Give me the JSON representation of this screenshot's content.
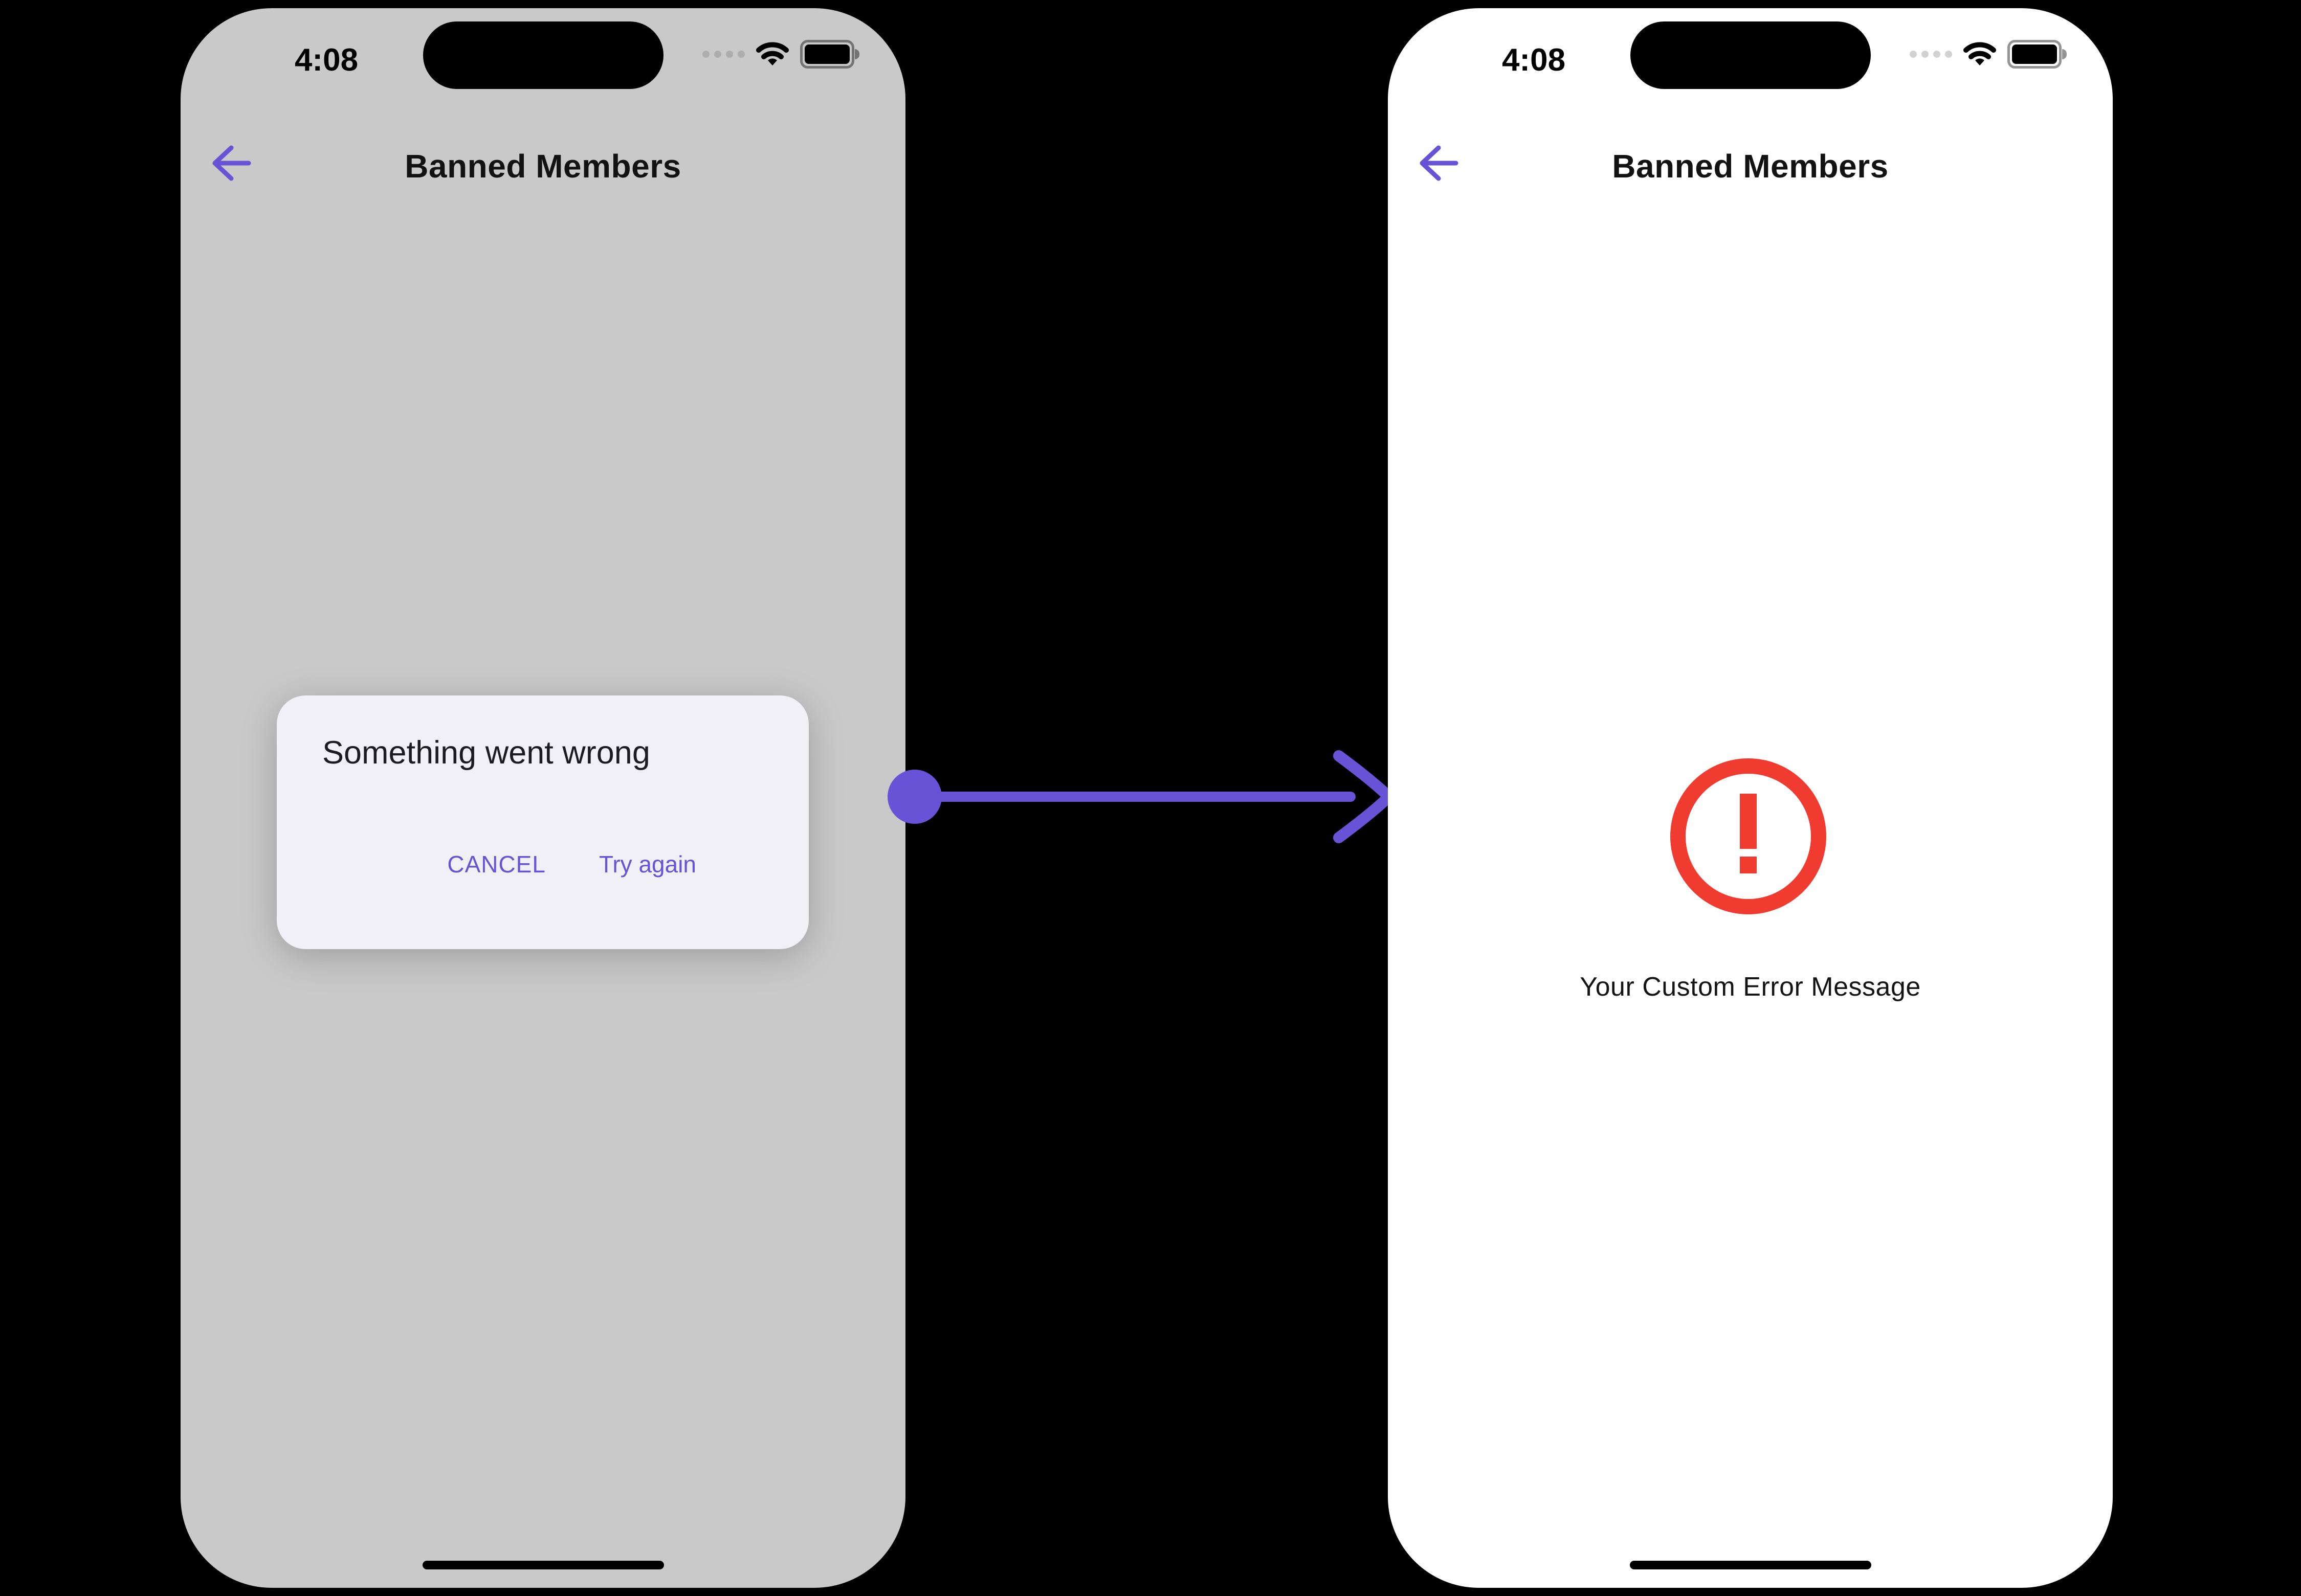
{
  "colors": {
    "canvas_bg": "#000000",
    "primary_purple": "#6852D6",
    "error_red": "#F03B30",
    "dialog_bg": "#F2F0F7",
    "dimmed_screen_bg": "#C9C9C9",
    "screen_bg": "#FFFFFF",
    "text_dark": "#141414"
  },
  "icons": {
    "back": "arrow-left-icon",
    "cellular": "cellular-dots-icon",
    "wifi": "wifi-icon",
    "battery": "battery-icon",
    "error": "alert-circle-icon",
    "connector": "arrow-right-connector",
    "dynamic_island": "dynamic-island",
    "home": "home-indicator"
  },
  "left_phone": {
    "status_bar": {
      "time": "4:08"
    },
    "header": {
      "title": "Banned Members"
    },
    "dialog": {
      "title": "Something went wrong",
      "cancel_label": "CANCEL",
      "confirm_label": "Try again"
    }
  },
  "right_phone": {
    "status_bar": {
      "time": "4:08"
    },
    "header": {
      "title": "Banned Members"
    },
    "error": {
      "message": "Your Custom Error Message"
    }
  }
}
